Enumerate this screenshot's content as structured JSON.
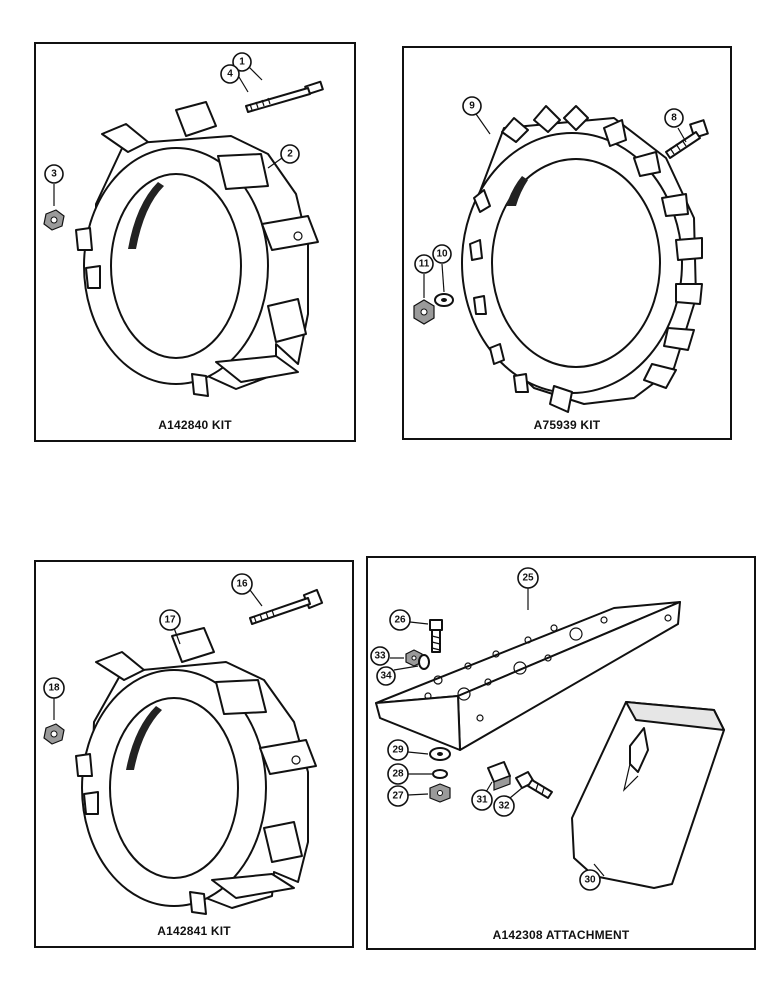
{
  "panels": {
    "top_left": {
      "caption": "A142840 KIT",
      "callouts": [
        "1",
        "4",
        "2",
        "3"
      ]
    },
    "top_right": {
      "caption": "A75939 KIT",
      "callouts": [
        "9",
        "8",
        "10",
        "11"
      ]
    },
    "bottom_left": {
      "caption": "A142841 KIT",
      "callouts": [
        "16",
        "17",
        "18"
      ]
    },
    "bottom_right": {
      "caption": "A142308 ATTACHMENT",
      "callouts": [
        "25",
        "26",
        "33",
        "34",
        "29",
        "28",
        "27",
        "31",
        "32",
        "30"
      ]
    }
  }
}
